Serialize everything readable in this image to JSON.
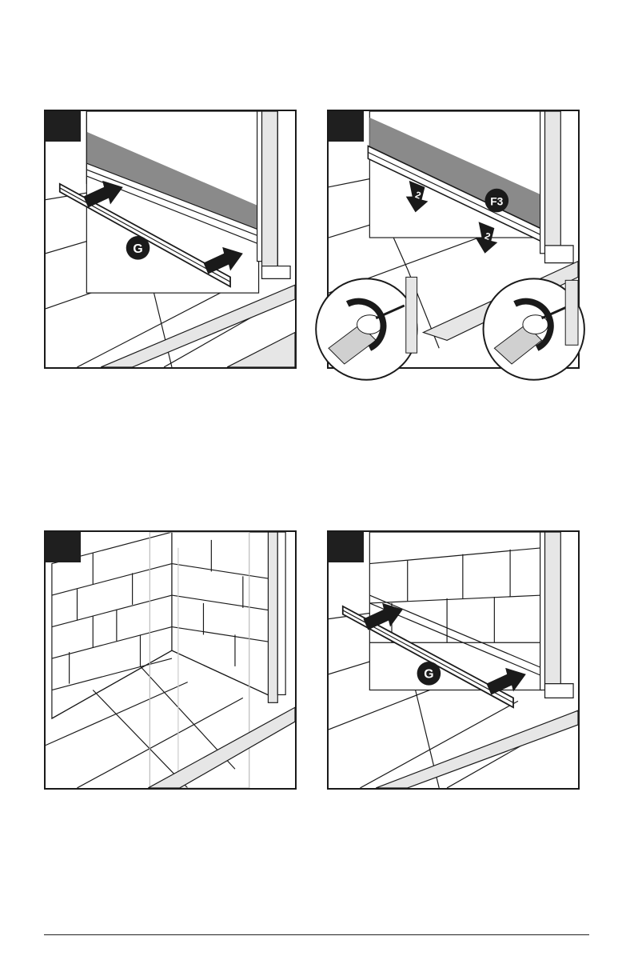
{
  "panels": [
    {
      "id": "panel-1",
      "part_label": "G"
    },
    {
      "id": "panel-2",
      "part_label": "F3",
      "screw_label_left": "2",
      "screw_label_right": "2"
    },
    {
      "id": "panel-3"
    },
    {
      "id": "panel-4",
      "part_label": "G"
    }
  ],
  "colors": {
    "ink": "#1a1a1a",
    "wall_shade": "#8a8a8a",
    "light_shade": "#e6e6e6",
    "tab": "#1f1f1f"
  }
}
